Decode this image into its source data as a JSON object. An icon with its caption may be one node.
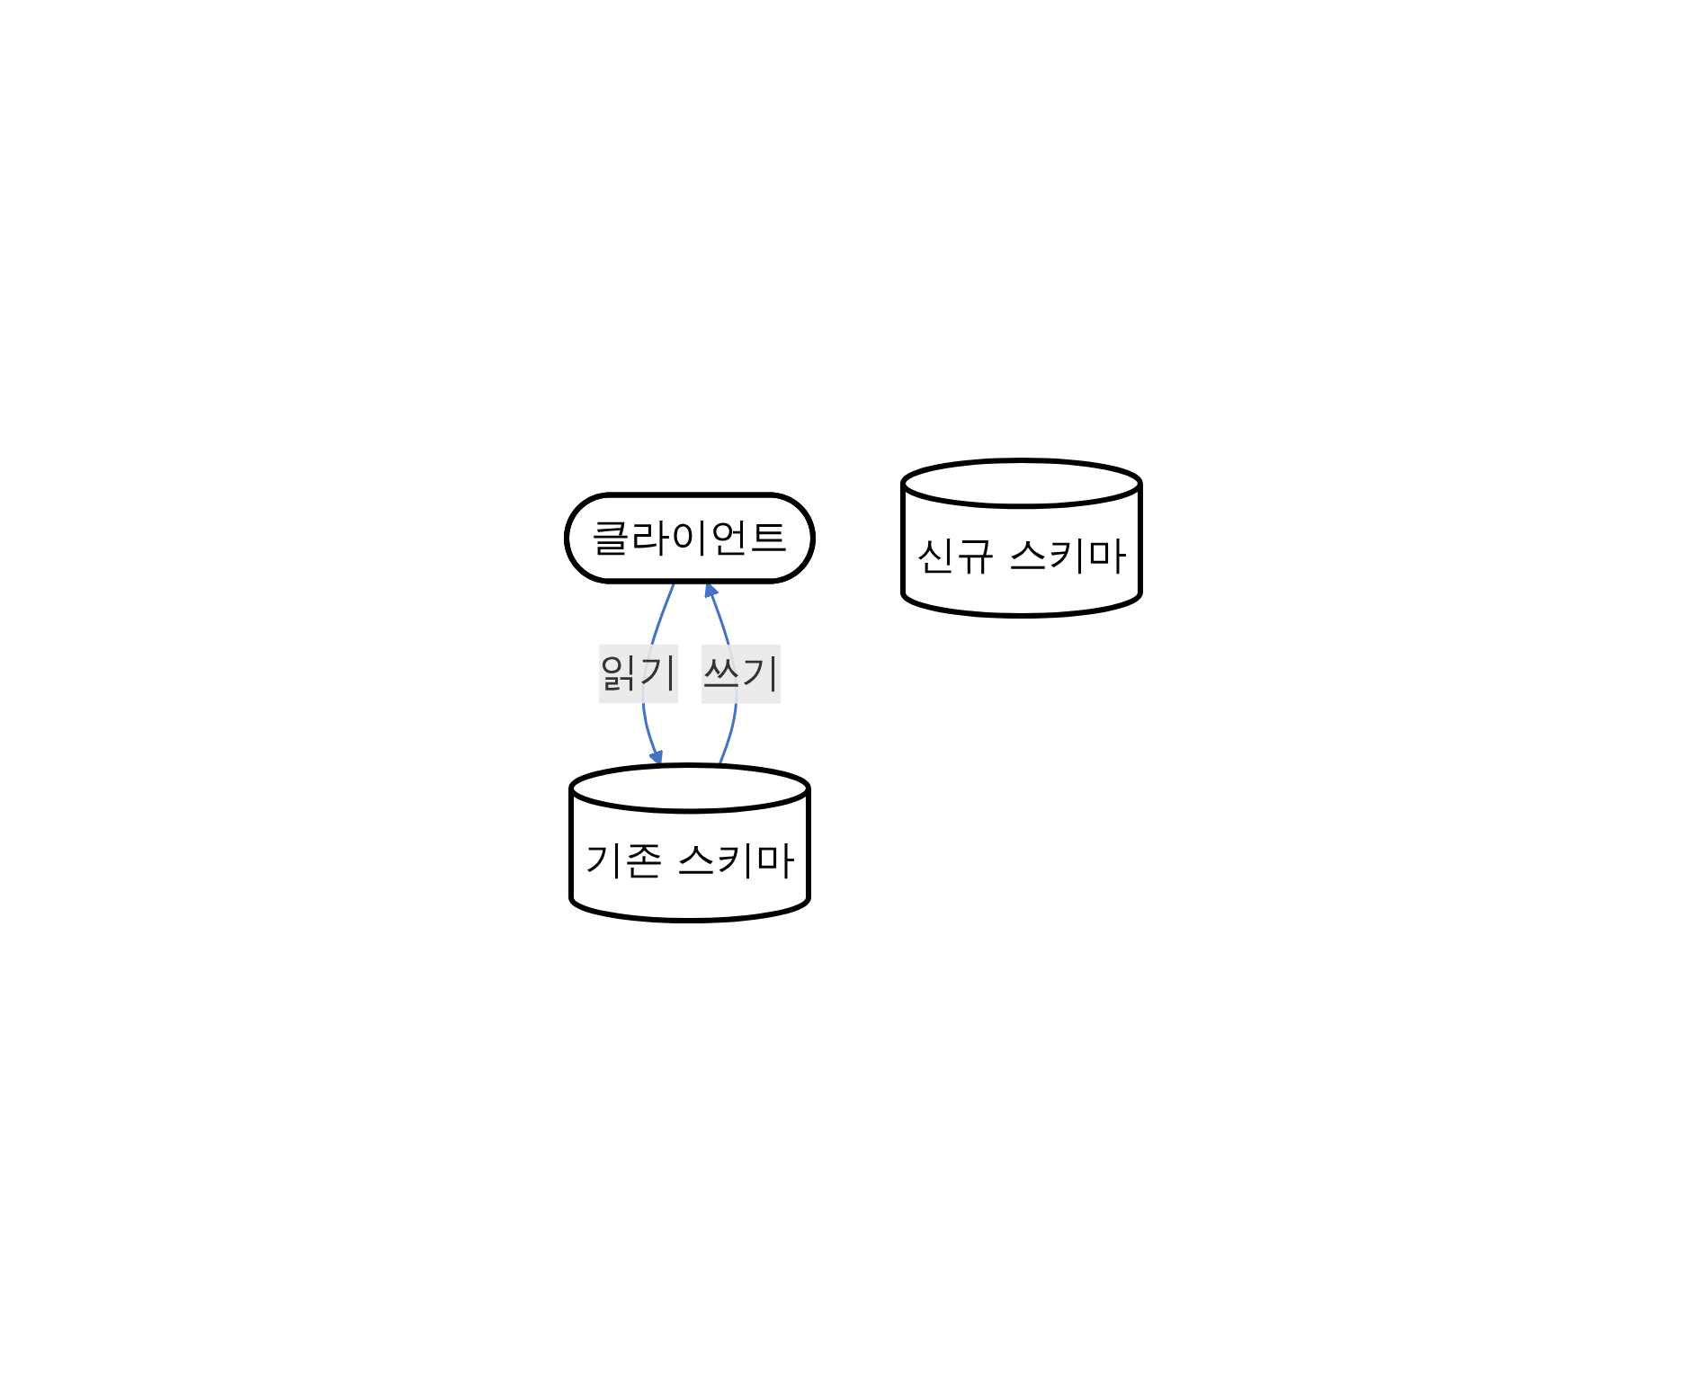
{
  "diagram": {
    "nodes": [
      {
        "text": [
          "클라이언트"
        ]
      },
      {
        "text": [
          "기존 스키마"
        ]
      },
      {
        "text": [
          "신규 스키마"
        ]
      }
    ],
    "edges": [
      {
        "from": 0,
        "to": 1,
        "arrow": "to",
        "label": "읽기"
      },
      {
        "from": 1,
        "to": 0,
        "arrow": "to",
        "label": "쓰기"
      }
    ]
  }
}
